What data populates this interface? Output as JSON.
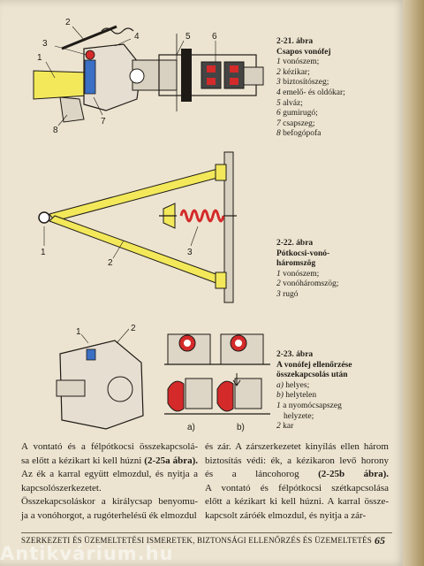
{
  "fig21": {
    "number": "2-21. ábra",
    "title": "Csapos vonófej",
    "items": [
      {
        "n": "1",
        "t": "vonószem;"
      },
      {
        "n": "2",
        "t": "kézikar;"
      },
      {
        "n": "3",
        "t": "biztosítószeg;"
      },
      {
        "n": "4",
        "t": "emelő- és oldókar;"
      },
      {
        "n": "5",
        "t": "alváz;"
      },
      {
        "n": "6",
        "t": "gumirugó;"
      },
      {
        "n": "7",
        "t": "csapszeg;"
      },
      {
        "n": "8",
        "t": "befogópofa"
      }
    ],
    "labels": [
      "1",
      "2",
      "3",
      "4",
      "5",
      "6",
      "7",
      "8"
    ]
  },
  "fig22": {
    "number": "2-22. ábra",
    "title_lines": [
      "Pótkocsi-vonó-",
      "háromszög"
    ],
    "items": [
      {
        "n": "1",
        "t": "vonószem;"
      },
      {
        "n": "2",
        "t": "vonóháromszög;"
      },
      {
        "n": "3",
        "t": "rugó"
      }
    ],
    "labels": [
      "1",
      "2",
      "3"
    ]
  },
  "fig23": {
    "number": "2-23. ábra",
    "title_lines": [
      "A vonófej ellenőrzése",
      "összekapcsolás után"
    ],
    "items": [
      {
        "n": "a)",
        "t": "helyes;"
      },
      {
        "n": "b)",
        "t": "helytelen"
      },
      {
        "n": "1",
        "t": "a nyomócsapszeg"
      },
      {
        "n": "",
        "t": "helyzete;"
      },
      {
        "n": "2",
        "t": "kar"
      }
    ],
    "labels": [
      "1",
      "2",
      "a)",
      "b)"
    ]
  },
  "left_column": [
    [
      "A vontató és a félpótkocsi összekapcsolá-"
    ],
    [
      "sa előtt a kézikart ki kell húzni ",
      "(2-25a ábra)."
    ],
    [
      "Az ék a karral együtt elmozdul, és nyitja a"
    ],
    [
      "kapcsolószerkezetet."
    ],
    [
      "Összekapcsoláskor a királycsap benyomu-"
    ],
    [
      "ja a vonóhorgot, a rugóterhelésű ék elmozdul"
    ]
  ],
  "right_column": [
    [
      "és zár. A zárszerkezetet kinyílás ellen három"
    ],
    [
      "biztosítás védi: ék, a kézikaron levő horony"
    ],
    [
      "és a láncohorog ",
      "(2-25b ábra)."
    ],
    [
      "A vontató és félpótkocsi szétkapcsolása"
    ],
    [
      "előtt a kézikart ki kell húzni. A karral össze-"
    ],
    [
      "kapcsolt záróék elmozdul, és nyitja a zár-"
    ]
  ],
  "footer": {
    "running_head": "SZERKEZETI ÉS ÜZEMELTETÉSI ISMERETEK, BIZTONSÁGI ELLENŐRZÉS ÉS ÜZEMELTETÉS",
    "page_number": "65"
  },
  "watermark": "Antikvárium.hu",
  "colors": {
    "yellow": "#f2e85a",
    "red": "#d42a2a",
    "blue": "#3a6fc4",
    "paper": "#ece4d0"
  }
}
